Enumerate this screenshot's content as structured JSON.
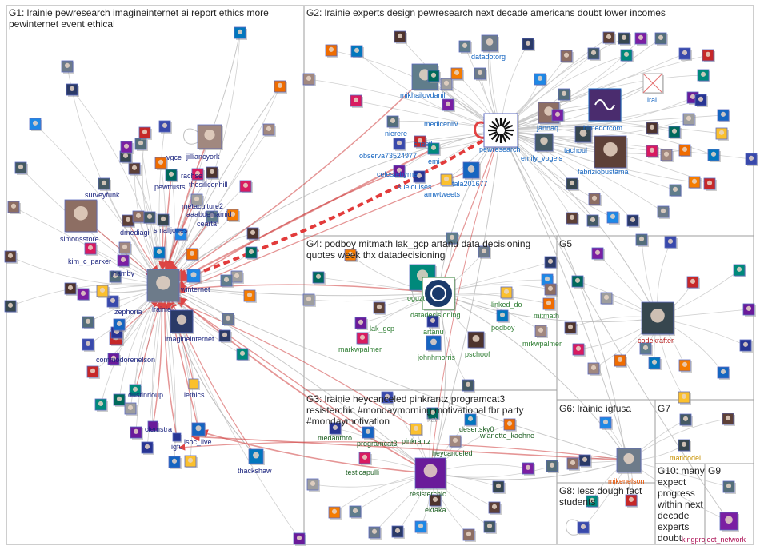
{
  "colors": {
    "edge_gray": "#c8c8c8",
    "edge_red": "#d04040",
    "box_stroke": "#b0b0b0",
    "g1_label": "#1a237e",
    "g2_label": "#1565c0",
    "g3_label": "#1b5e20",
    "g4_label": "#2e7d32",
    "g5_label": "#b71c1c",
    "g6_label": "#e65100",
    "g7_label": "#c79100",
    "g9_label": "#ad1457"
  },
  "groups": [
    {
      "id": "G1",
      "title": "G1: lrainie pewresearch imagineinternet ai report ethics more pewinternet event ethical"
    },
    {
      "id": "G2",
      "title": "G2: lrainie experts design pewresearch next decade americans doubt lower incomes"
    },
    {
      "id": "G3",
      "title": "G3: lrainie heycanceled pinkrantz programcat3 resisterchic #mondaymorning motivational fbr party #mondaymotivation"
    },
    {
      "id": "G4",
      "title": "G4: podboy mitmath lak_gcp artanu data decisioning quotes week thx datadecisioning"
    },
    {
      "id": "G5",
      "title": "G5"
    },
    {
      "id": "G6",
      "title": "G6: lrainie igfusa"
    },
    {
      "id": "G7",
      "title": "G7"
    },
    {
      "id": "G8",
      "title": "G8: less dough fact students"
    },
    {
      "id": "G9",
      "title": "G9"
    },
    {
      "id": "G10",
      "title": "G10: many expect progress within next decade experts doubt"
    }
  ],
  "nodes": {
    "g1": [
      "lrainie",
      "imagineinternet",
      "winternet",
      "simonsstore",
      "surveyfunk",
      "dmediagi",
      "smalljones",
      "kim_c_parker",
      "jhamby",
      "zephoria",
      "commodorenelson",
      "dustinrloup",
      "clemstra",
      "igfu",
      "isoc_live",
      "iethics",
      "thackshaw",
      "vgce",
      "jilliancyork",
      "rachse",
      "thesiliconhill",
      "pewtrusts",
      "metaculture2",
      "aaabdelhamid",
      "cearta"
    ],
    "g2": [
      "pewresearch",
      "mikhailovdanil",
      "datadotorg",
      "bimedotcom",
      "lrai",
      "jannaq",
      "emily_vogels",
      "fabriziobustama",
      "tachoul",
      "medicenliv",
      "nierere",
      "observa73524977",
      "chesfl",
      "emi",
      "celestebyrne",
      "suelouises",
      "tala201677",
      "amwtweets"
    ],
    "g3": [
      "resisterchic",
      "medanthro",
      "programcat3",
      "pinkrantz",
      "desertskv0",
      "wianette_kaehne",
      "heycanceled",
      "testicapulli",
      "ektaka",
      "kat"
    ],
    "g4": [
      "datadecisioning",
      "oguzt",
      "lak_gcp",
      "artanu",
      "johnhmorris",
      "linked_do",
      "podboy",
      "mitmath",
      "mrkwpalmer",
      "markwpalmer",
      "pschoof"
    ],
    "g5": [
      "codekrafter"
    ],
    "g6": [
      "mikenelson"
    ],
    "g7": [
      "matidodel"
    ],
    "g9": [
      "kingproject_network"
    ]
  }
}
